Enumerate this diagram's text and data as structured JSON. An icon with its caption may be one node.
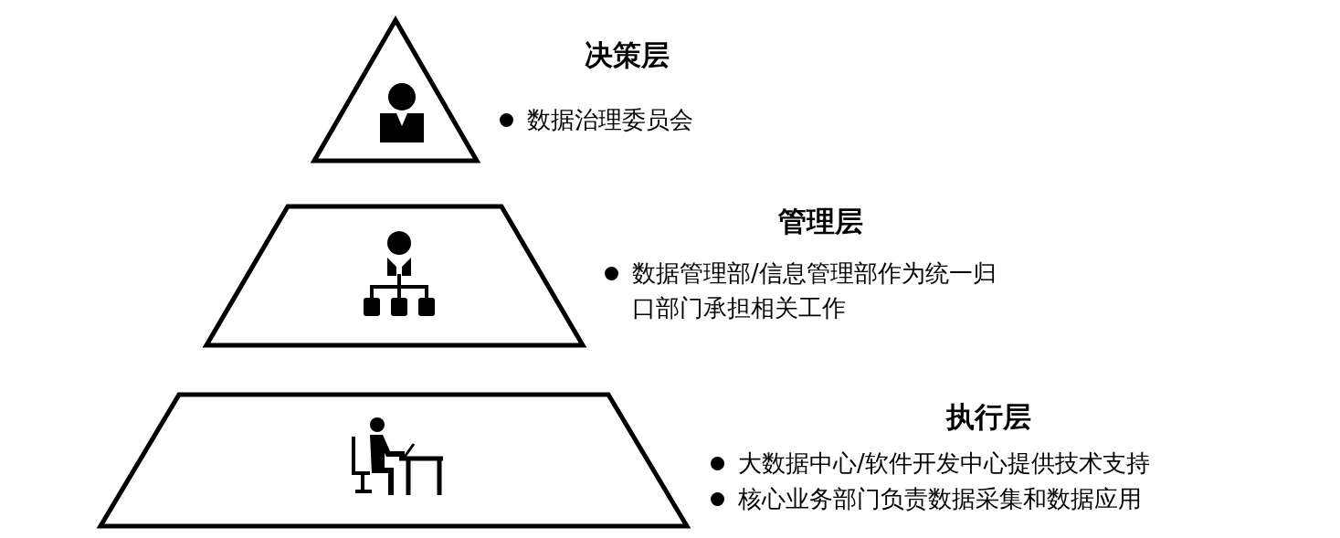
{
  "diagram": {
    "nodes": [
      {
        "text": [],
        "shape": "triangle",
        "beside": [
          "决策层",
          "数据治理委员会"
        ]
      },
      {
        "text": [],
        "shape": "trapezoid",
        "beside": [
          "管理层",
          "数据管理部/信息管理部作为统一归口部门承担相关工作"
        ]
      },
      {
        "text": [],
        "shape": "trapezoid",
        "beside": [
          "执行层",
          "大数据中心/软件开发中心提供技术支持",
          "核心业务部门负责数据采集和数据应用"
        ]
      }
    ]
  }
}
